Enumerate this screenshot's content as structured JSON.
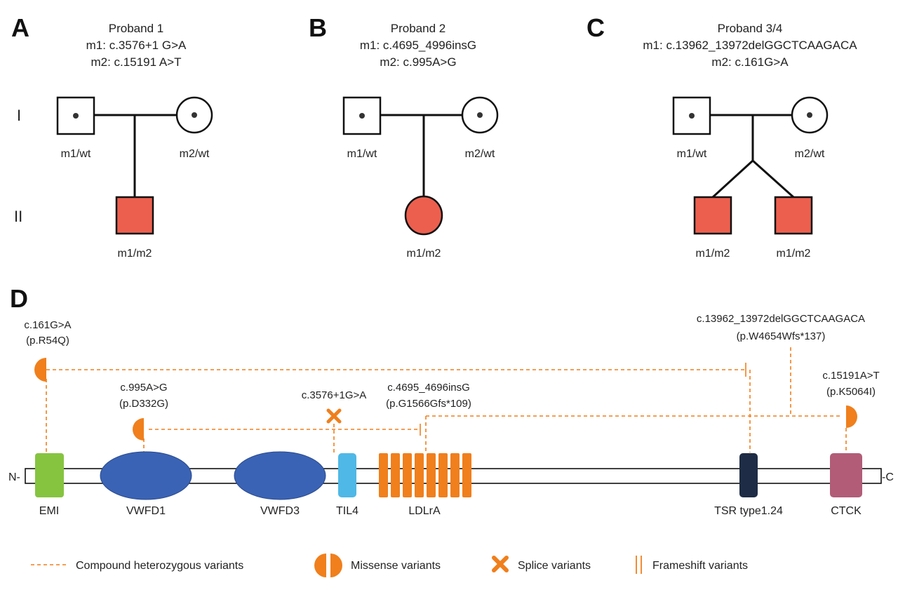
{
  "panels": {
    "a": {
      "letter": "A",
      "title": "Proband 1",
      "m1": "m1: c.3576+1 G>A",
      "m2": "m2: c.15191 A>T",
      "father": "m1/wt",
      "mother": "m2/wt",
      "child": "m1/m2"
    },
    "b": {
      "letter": "B",
      "title": "Proband 2",
      "m1": "m1: c.4695_4996insG",
      "m2": "m2: c.995A>G",
      "father": "m1/wt",
      "mother": "m2/wt",
      "child": "m1/m2"
    },
    "c": {
      "letter": "C",
      "title": "Proband 3/4",
      "m1": "m1: c.13962_13972delGGCTCAAGACA",
      "m2": "m2: c.161G>A",
      "father": "m1/wt",
      "mother": "m2/wt",
      "child1": "m1/m2",
      "child2": "m1/m2"
    }
  },
  "generations": {
    "g1": "I",
    "g2": "II"
  },
  "panel_d": {
    "letter": "D",
    "n_term": "N-",
    "c_term": "-C",
    "domains": {
      "emi": "EMI",
      "vwfd1": "VWFD1",
      "vwfd3": "VWFD3",
      "til4": "TIL4",
      "ldlra": "LDLrA",
      "tsr": "TSR type1.24",
      "ctck": "CTCK"
    },
    "variants": {
      "v161_dna": "c.161G>A",
      "v161_prot": "(p.R54Q)",
      "v995_dna": "c.995A>G",
      "v995_prot": "(p.D332G)",
      "v3576_dna": "c.3576+1G>A",
      "v4695_dna": "c.4695_4696insG",
      "v4695_prot": "(p.G1566Gfs*109)",
      "v13962_dna": "c.13962_13972delGGCTCAAGACA",
      "v13962_prot": "(p.W4654Wfs*137)",
      "v15191_dna": "c.15191A>T",
      "v15191_prot": "(p.K5064I)"
    }
  },
  "legend": {
    "compound": "Compound heterozygous variants",
    "missense": "Missense variants",
    "splice": "Splice variants",
    "frameshift": "Frameshift variants"
  },
  "colors": {
    "affected": "#ec5f4e",
    "variant_orange": "#f07f1c",
    "emi": "#86c440",
    "vwfd": "#3a63b5",
    "til4": "#4fb8e6",
    "ldlra": "#f07f1c",
    "tsr": "#1e2c45",
    "ctck": "#b25c78"
  }
}
